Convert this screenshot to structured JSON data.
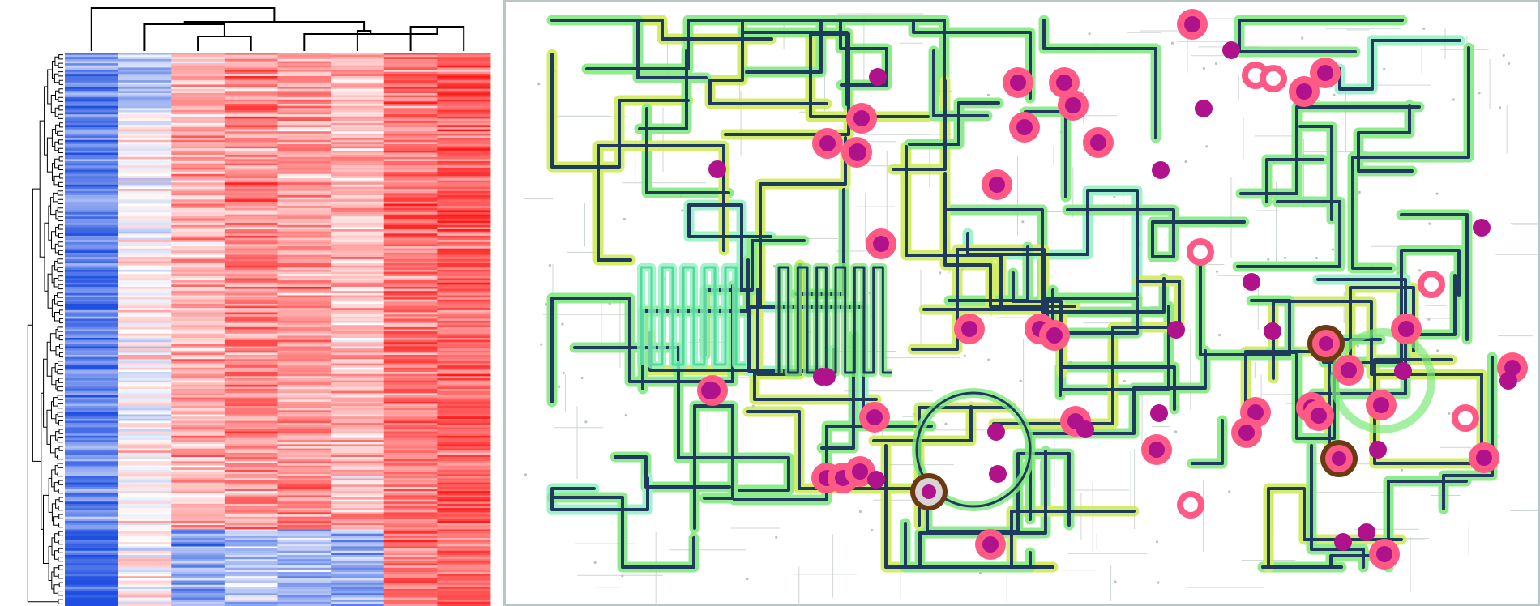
{
  "figure": {
    "heatmap": {
      "columns": 8,
      "rows": 260,
      "colors": {
        "low": "#1f4fe0",
        "mid": "#ffffff",
        "high": "#ff1a1a",
        "dendrogram": "#000000"
      },
      "column_profile": [
        -0.7,
        0.0,
        0.3,
        0.5,
        0.45,
        0.3,
        0.6,
        0.7
      ],
      "column_dendrogram": [
        [
          6,
          7
        ],
        [
          2,
          3
        ],
        [
          8,
          4
        ],
        [
          10,
          5
        ],
        [
          9,
          1
        ],
        [
          11,
          12
        ],
        [
          0,
          13
        ]
      ]
    },
    "pathway_map": {
      "colors": {
        "frame": "#b8c6c6",
        "background_lines": "#c9d1d1",
        "navy_path": "#1e3a5c",
        "green_glow": "#7de87a",
        "yellow_glow": "#cdea4f",
        "mint_glow": "#8ff0c0",
        "node_fill": "#b0128c",
        "node_ring": "#ff5a86",
        "ring_white": "#ffffff",
        "ring_brown": "#6b3a12",
        "ring_center_grey": "#d9d4d4"
      },
      "filled_nodes": 34,
      "small_dots": 26,
      "hollow_rings": 6,
      "brown_rings": 3
    }
  }
}
